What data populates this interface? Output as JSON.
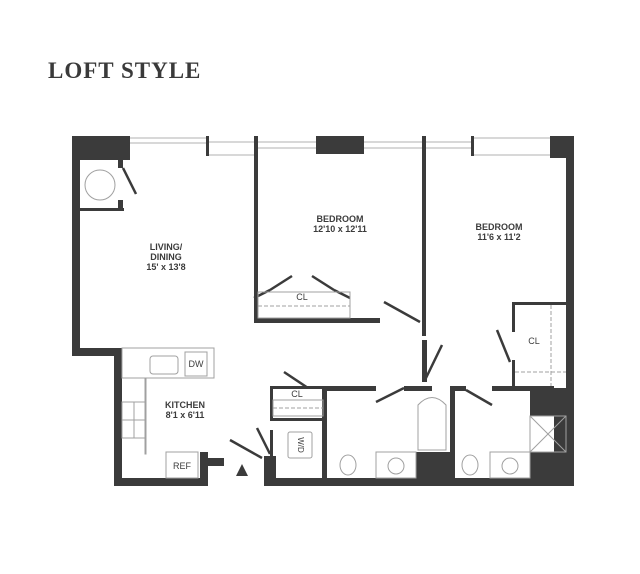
{
  "title": "LOFT STYLE",
  "rooms": [
    {
      "name": "LIVING/",
      "name2": "DINING",
      "dims": "15' x 13'8"
    },
    {
      "name": "BEDROOM",
      "dims": "12'10 x 12'11"
    },
    {
      "name": "BEDROOM",
      "dims": "11'6 x 11'2"
    },
    {
      "name": "KITCHEN",
      "dims": "8'1 x 6'11"
    }
  ],
  "fixtures": {
    "closet_1": "CL",
    "closet_2": "CL",
    "closet_3": "CL",
    "dishwasher": "DW",
    "refrigerator": "REF",
    "washer_dryer": "W/D"
  },
  "colors": {
    "wall": "#3b3b3b",
    "fixture_line": "#9a9a9a",
    "text": "#3c3c3c"
  }
}
